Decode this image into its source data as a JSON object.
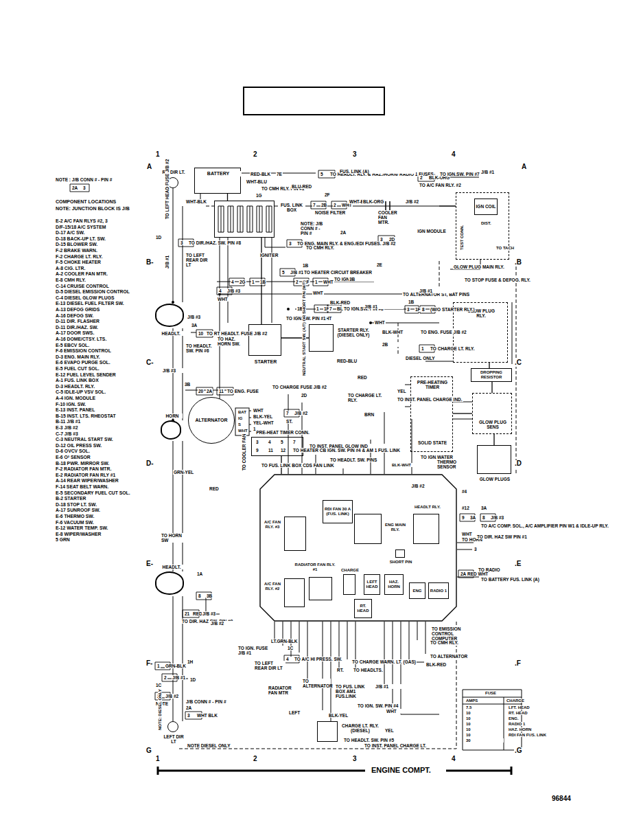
{
  "diagram": {
    "nodes": [
      {
        "text": [
          "BATTERY"
        ]
      },
      {
        "text": [
          "FUS. LINK BOX"
        ]
      },
      {
        "text": [
          "IGN MODULE"
        ]
      },
      {
        "text": [
          "IGN COIL"
        ],
        "in": 2
      },
      {
        "text": [
          "STARTER"
        ]
      },
      {
        "text": [
          "STARTER RLY. (DIESEL ONLY)"
        ]
      },
      {
        "text": [
          "GLOW PLUG RLY."
        ]
      },
      {
        "text": [
          "DROPPING RESISTOR"
        ]
      },
      {
        "text": [
          "PRE-HEATING TIMER",
          "SOLID STATE"
        ]
      },
      {
        "text": [
          "GLOW PLUG SENS"
        ]
      },
      {
        "text": [
          "GLOW PLUGS"
        ]
      },
      {
        "text": [
          "ALTERNATOR"
        ]
      },
      {
        "text": [
          "PRE-HEAT TIMER CONN."
        ]
      },
      {
        "text": [
          "J/B #2"
        ]
      },
      {
        "text": [
          "A/C FAN RLY. #3"
        ],
        "in": 13
      },
      {
        "text": [
          "RADIATOR FAN RLY. #1"
        ],
        "in": 13
      },
      {
        "text": [
          "A/C FAN RLY. #2"
        ],
        "in": 13
      },
      {
        "text": [
          "RDI FAN 30 A (FUS. LINK)"
        ],
        "in": 13
      },
      {
        "text": [
          "ENG MAIN RLY."
        ],
        "in": 13
      },
      {
        "text": [
          "HEADLT RLY."
        ],
        "in": 13
      },
      {
        "text": [
          "SHORT PIN"
        ],
        "in": 13
      },
      {
        "text": [
          "CHARGE"
        ],
        "in": 13
      },
      {
        "text": [
          "LEFT HEAD"
        ],
        "in": 13
      },
      {
        "text": [
          "RT. HEAD"
        ],
        "in": 13
      },
      {
        "text": [
          "HAZ. HORN"
        ],
        "in": 13
      },
      {
        "text": [
          "ENG"
        ],
        "in": 13
      },
      {
        "text": [
          "RADIO 1"
        ],
        "in": 13
      },
      {
        "text": [
          "HEADLT."
        ]
      },
      {
        "text": [
          "HORN"
        ]
      },
      {
        "text": [
          "HEADLT."
        ]
      },
      {
        "text": [
          "CHARGE LT. RLY. (DIESEL)"
        ]
      },
      {
        "text": [
          "RT. DIR LT."
        ]
      },
      {
        "text": [
          "LEFT DIR LT"
        ]
      }
    ],
    "edges": [
      {
        "from": 0,
        "to": 1,
        "arrow": "none"
      },
      {
        "from": 1,
        "to": 4,
        "arrow": "none"
      },
      {
        "from": 5,
        "to": 4,
        "arrow": "none"
      },
      {
        "from": 6,
        "to": 7,
        "arrow": "none"
      },
      {
        "from": 7,
        "to": 9,
        "arrow": "none"
      },
      {
        "from": 9,
        "to": 10,
        "arrow": "none"
      },
      {
        "from": 8,
        "to": 9,
        "arrow": "none"
      },
      {
        "from": 12,
        "to": 13,
        "arrow": "none"
      }
    ],
    "labels": [
      "1",
      "2",
      "3",
      "4",
      "A",
      "B-",
      "C-",
      "D-",
      "E-",
      "F-",
      "G",
      "A",
      ".B",
      ".C",
      ".D",
      ".E",
      ".F",
      ".G",
      "1",
      "2",
      "3",
      "4",
      "ENGINE COMPT.",
      "96844",
      "NOTE : J/B CONN # - PIN #",
      "2A",
      "3",
      "COMPONENT LOCATIONS",
      "NOTE: JUNCTION BLOCK IS J/B",
      "E-2 A/C FAN RLYS #2, 3",
      "D/F-15/18 A/C SYSTEM",
      "D-17 A/C SW.",
      "D-18 BACK-UP LT. SW.",
      "D-15 BLOWER SW.",
      "F-2 BRAKE WARN.",
      "F-2 CHARGE LT. RLY.",
      "F-5 CHOKE HEATER",
      "A-8 CIG. LTR.",
      "A-2 COOLER FAN MTR.",
      "E-8 CMH RLY.",
      "C-14 CRUISE CONTROL",
      "D-5 DIESEL EMISSION CONTROL",
      "C-4 DIESEL GLOW PLUGS",
      "E-13 DIESEL FUEL FILTER SW.",
      "A-13 DEFOG GRIDS",
      "A-16 DEFOG SW.",
      "D-11 DIR. FLASHER",
      "D-11 DIR./HAZ. SW.",
      "A-17 DOOR SWS.",
      "A-16 DOME/CTSY. LTS.",
      "E-5 EBCV SOL.",
      "F-6 EMISSION CONTROL",
      "D-3 ENG. MAIN RLY.",
      "E-6 EVAPO PURGE SOL.",
      "E-5 FUEL CUT SOL.",
      "E-12 FUEL LEVEL SENDER",
      "A-1 FUS. LINK BOX",
      "D-3 HEADLT. RLY.",
      "C-5 IDLE-UP VSV SOL.",
      "A-4 IGN. MODULE",
      "F-10 IGN. SW.",
      "E-13 INST. PANEL",
      "B-15 INST. LTS. RHEOSTAT",
      "B-11 J/B #1",
      "E-3 J/B #2",
      "C-7 J/B #3",
      "C-3 NEUTRAL START SW.",
      "D-12 OIL PRESS SW.",
      "D-6 OVCV SOL.",
      "E-6 O² SENSOR",
      "B-18 PWR. MIRROR SW.",
      "F-2 RADIATOR FAN MTR.",
      "E-2 RADIATOR FAN RLY #1",
      "A-14 REAR WIPER/WASHER",
      "F-14 SEAT BELT WARN.",
      "E-5 SECONDARY FUEL CUT SOL.",
      "B-2 STARTER",
      "D-18 STOP LT. SW.",
      "A-17 SUNROOF SW.",
      "E-6 THERMO SW.",
      "F-6 VACUUM SW.",
      "E-12 WATER TEMP. SW.",
      "E-8 WIPER/WASHER",
      "5 GRN",
      "RED-BLK",
      "7E",
      "5",
      "TO HEADLT. RLY. & HAZ./HORN/ RADIO 1 FUSES",
      "FUS. LINK (A)",
      "WHT-BLU",
      "TO CMH RLY. PIN #1",
      "BLU-RED",
      "1G",
      "2",
      "BLK-ORG",
      "TO IGN.SW. PIN #7",
      "J/B #1",
      "TO A/C FAN RLY. #2",
      "2F",
      "7",
      "2B",
      "2",
      "WHT",
      "WHT-BLK",
      "BLK-ORG",
      "J/B #2",
      "NOISE FILTER",
      "COOLER FAN MTR.",
      "NOTE: J/B CONN # - PIN #",
      "2A",
      "3",
      "2D",
      "3",
      "TO ENG. MAIN RLY. & ENG./EDI FUSES, J/B #2",
      "TO CMH RLY.",
      "IGNITER",
      "TEST CONN.",
      "DIST.",
      "TO TACH",
      "GLOW PLUG MAIN RLY.",
      "TO STOP FUSE & DEFOG. RLY.",
      "1B",
      "5",
      "J/B #1",
      "TO HEATER CIRCUIT BREAKER",
      "2E",
      "4",
      "2G",
      "1",
      "1B",
      "2",
      "1F",
      "1",
      "WHT",
      "TO IGN.SW PIN #4",
      "3B",
      "4",
      "J/B #3",
      "WHT",
      "WHT",
      "TO ALTERNATOR ST, BAT PINS",
      "J/B #1",
      "BLK-RED",
      "1B",
      "1",
      "1F",
      "7",
      "BLK-RED",
      "TO IGN.SW. PIN #8",
      "J/B #1",
      "1B",
      "3",
      "1F",
      "8",
      "(W/O STARTER RLY.)",
      "BLK-WHT",
      "WHT",
      "TO IGN.SW. PIN #1",
      "BLK-WHT",
      "TO ENG. FUSE J/B #2",
      "2B",
      "1",
      "TO CHARGE LT. RLY.",
      "DIESEL ONLY",
      "NEUTRAL START SW. (A/T) OR SHORT PIN (M/T)",
      "RED-BLU",
      "J/B #3",
      "3A",
      "10",
      "TO RT HEADLT. FUSE J/B #2",
      "TO HEADLT. SW. PIN #6",
      "TO HAZ. HORN SW.",
      "J/B #3",
      "3B",
      "20",
      "2A",
      "11",
      "TO ENG. FUSE",
      "TO CHARGE FUSE J/B #2",
      "2D",
      "7",
      "J/B #2",
      "ST.",
      "BAT",
      "IG",
      "S",
      "WHT",
      "WHT",
      "BLK-YEL",
      "YEL-WHT",
      "1",
      "3",
      "4",
      "5",
      "7",
      "9",
      "11",
      "12",
      "TO HEATER CB IGN. SW. PIN #4 & AM 1 FUS. LINK",
      "TO INST. PANEL GLOW IND",
      "RED",
      "YEL",
      "TO INST. PANEL CHARGE IND.",
      "TO CHARGE LT. RLY.",
      "BRN",
      "TO IGN. SW. PIN #5",
      "WATER THERMO SENSOR",
      "BLK-WHT",
      "TO COOLER FAN",
      "TO FUS. LINK BOX CDS FAN LINK",
      "TO HEADLT. SW. PINS",
      "#4",
      "#12",
      "3A",
      "9",
      "3A",
      "8",
      "J/B #3",
      "TO A/C COMP. SOL., A/C AMPLIFIER PIN W1 & IDLE-UP RLY.",
      "RED",
      "WHT",
      "TO HORN",
      "TO DIR. HAZ SW PIN #1",
      "3",
      "2A",
      "RED WHT",
      "TO RADIO",
      "TO BATTERY FUS. LINK (A)",
      "TO EMISSION CONTROL COMPUTER SYSTEM",
      "TO CMH RLY.",
      "TO ALTERNATOR",
      "BLK-RED",
      "LT.GRN-BLK",
      "1C",
      "4",
      "TO A/C HI PRESS. SW.",
      "TO IGN. FUSE J/B #1",
      "TO LEFT REAR DIR LT",
      "1H",
      "1",
      "GRN-BLK",
      "1D",
      "2",
      "J/B #1",
      "1C",
      "2",
      "J/B #2",
      "NOTE",
      "J/B CONN # - PIN #",
      "2A",
      "3",
      "WHT BLK",
      "NOTE: DIESEL ONLY",
      "NOTE DIESEL ONLY",
      "TO INST. PANEL CHARGE LT.",
      "RADIATOR FAN MTR",
      "TO ALTERNATOR",
      "LEFT",
      "RT.",
      "TO HEADLTS.",
      "TO CHARGE WARN. LT. (GAS)",
      "TO FUS. LINK BOX AM1 FUS.LINK",
      "J/B #1",
      "TO IGN. SW. PIN #4",
      "WHT",
      "YEL",
      "BLK-YEL",
      "TO HEADLT. SW. PIN #5",
      "TO HORN SW",
      "GRN-YEL",
      "J/B #1",
      "1D",
      "3",
      "TO DIR./HAZ. SW. PIN #8",
      "TO LEFT REAR DIR LT",
      "WHT-BLK",
      "TO LEFT HEAD FUSE J/B #2",
      "1A",
      "8",
      "3B",
      "21",
      "RED-BLK",
      "J/B #3",
      "TO DIR. HAZ SW. PIN #9",
      "J/B #2",
      "FUSE",
      "AMPS",
      "CHARGE",
      "7.5",
      "LFT. HEAD",
      "10",
      "RT. HEAD",
      "10",
      "ENG.",
      "10",
      "RADIO 1",
      "10",
      "HAZ. HORN",
      "10",
      "RDI FAN FUS. LINK",
      "30"
    ]
  }
}
